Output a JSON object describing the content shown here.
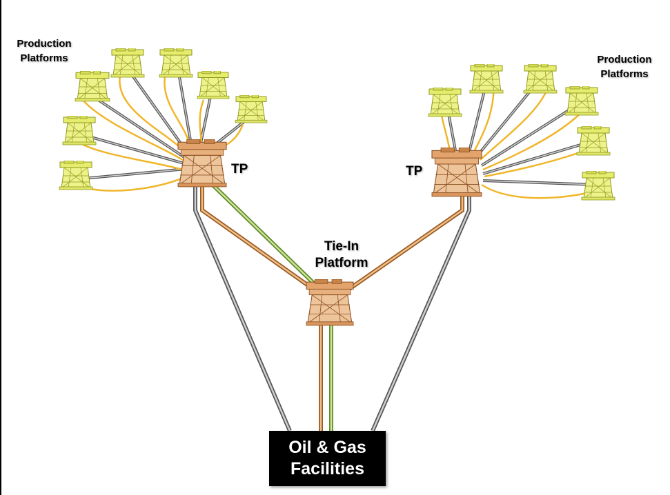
{
  "labels": {
    "production_left_line1": "Production",
    "production_left_line2": "Platforms",
    "production_right_line1": "Production",
    "production_right_line2": "Platforms",
    "tp_left": "TP",
    "tp_right": "TP",
    "tiein_line1": "Tie-In",
    "tiein_line2": "Platform",
    "facility_line1": "Oil & Gas",
    "facility_line2": "Facilities"
  },
  "colors": {
    "production_platform": "#e2e86a",
    "production_platform_stroke": "#8f9a1e",
    "transfer_platform": "#d9955c",
    "transfer_platform_stroke": "#8a4f22",
    "pipe_gray": "#6e6e6e",
    "pipe_orange": "#c97a35",
    "pipe_green": "#8cb34a",
    "pipe_yellow": "#f0b62a",
    "facility_box": "#000000"
  },
  "icons": [
    "production-platform-icon",
    "transfer-platform-icon",
    "tie-in-platform-icon"
  ]
}
